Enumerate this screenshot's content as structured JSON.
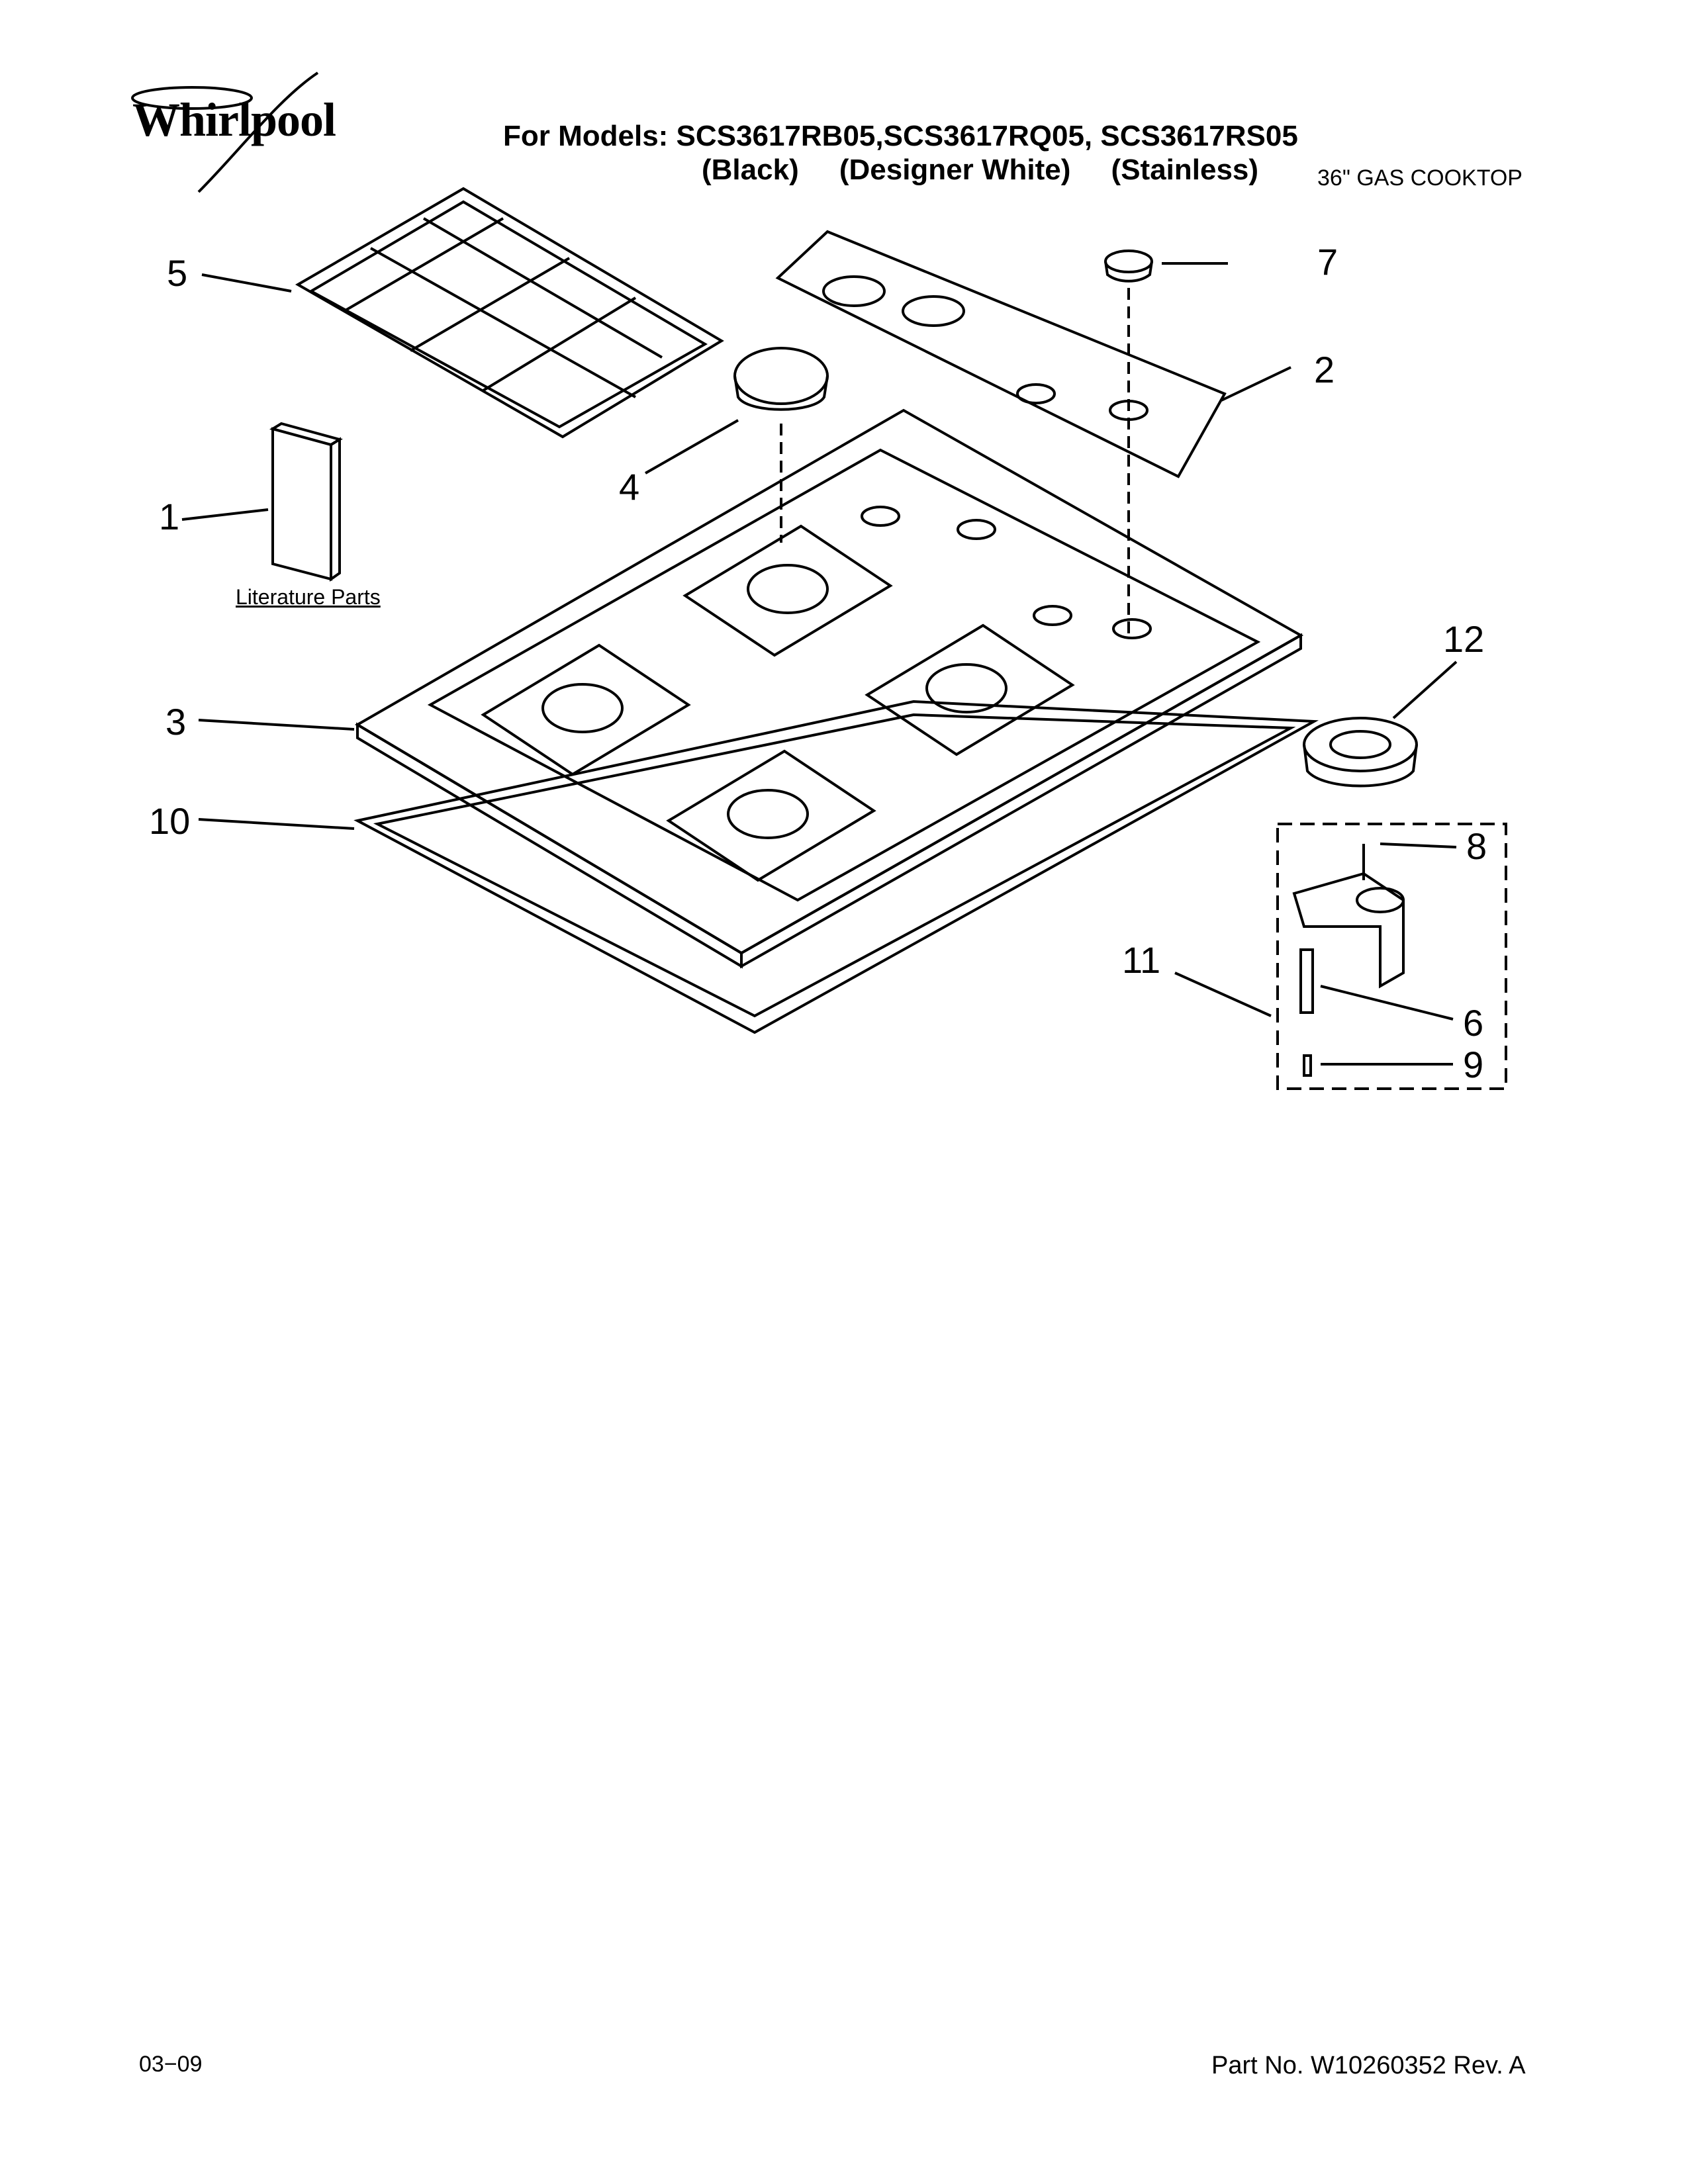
{
  "header": {
    "brand": "Whirlpool",
    "models_line": "For Models: SCS3617RB05,SCS3617RQ05, SCS3617RS05",
    "variants_line": "(Black)     (Designer White)     (Stainless)",
    "doc_type": "36\" GAS COOKTOP"
  },
  "diagram": {
    "literature_label": "Literature Parts",
    "callouts": [
      "1",
      "2",
      "3",
      "4",
      "5",
      "6",
      "7",
      "8",
      "9",
      "10",
      "11",
      "12"
    ]
  },
  "footer": {
    "date": "03−09",
    "part_no": "Part No. W10260352 Rev. A"
  }
}
